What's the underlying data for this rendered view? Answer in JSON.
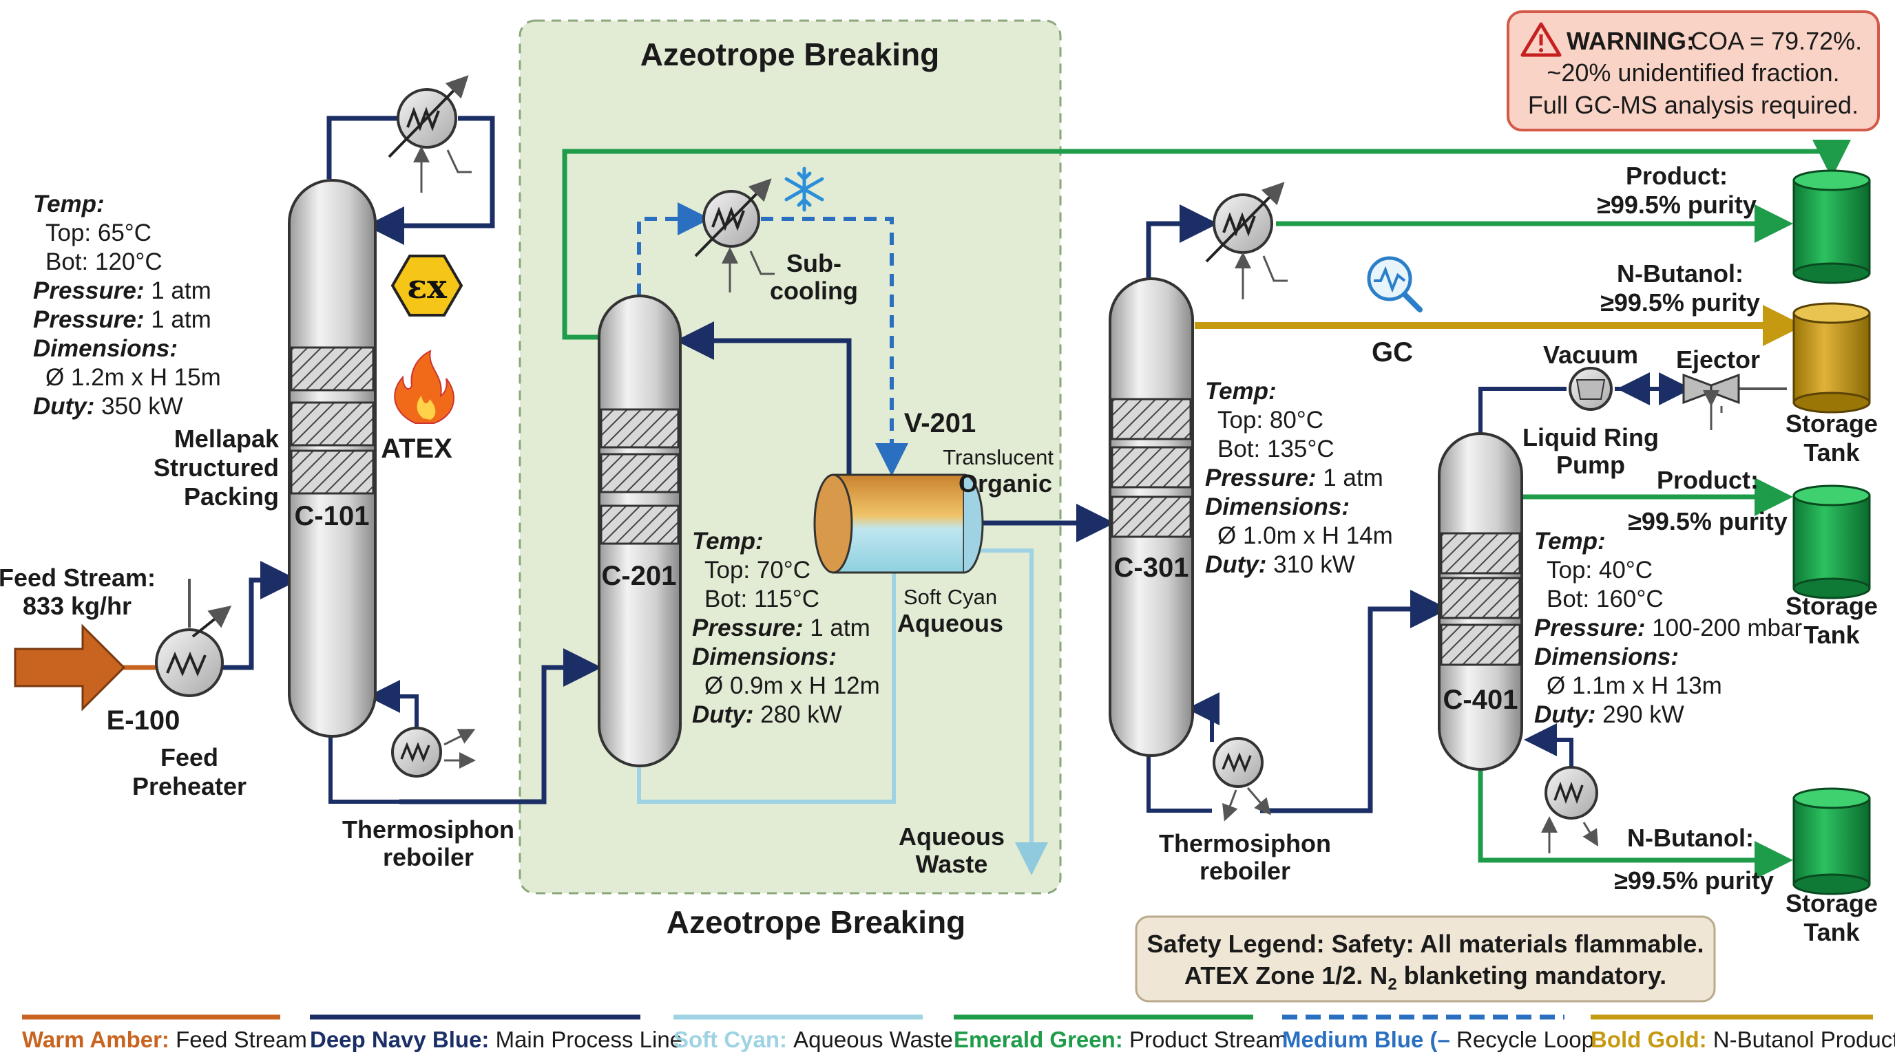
{
  "title_top": "Azeotrope Breaking",
  "title_bottom": "Azeotrope Breaking",
  "warning": {
    "label": "WARNING:",
    "line1": "COA = 79.72%.",
    "line2": "~20% unidentified fraction.",
    "line3": "Full GC-MS analysis required."
  },
  "feed": {
    "label_line1": "Feed Stream:",
    "label_line2": "833 kg/hr",
    "exchanger_tag": "E-100",
    "exchanger_line1": "Feed",
    "exchanger_line2": "Preheater"
  },
  "c101": {
    "tag": "C-101",
    "specs": [
      {
        "k": "Temp:",
        "v": ""
      },
      {
        "k": "",
        "v": "Top: 65°C"
      },
      {
        "k": "",
        "v": "Bot: 120°C"
      },
      {
        "k": "Pressure:",
        "v": "1 atm"
      },
      {
        "k": "Pressure:",
        "v": "1 atm"
      },
      {
        "k": "Dimensions:",
        "v": ""
      },
      {
        "k": "",
        "v": "Ø 1.2m x H 15m"
      },
      {
        "k": "Duty:",
        "v": "350 kW"
      }
    ],
    "packing_line1": "Mellapak",
    "packing_line2": "Structured",
    "packing_line3": "Packing",
    "ex_symbol": "εx",
    "atex": "ATEX",
    "reboiler_line1": "Thermosiphon",
    "reboiler_line2": "reboiler"
  },
  "c201": {
    "tag": "C-201",
    "specs": [
      {
        "k": "Temp:",
        "v": ""
      },
      {
        "k": "",
        "v": "Top: 70°C"
      },
      {
        "k": "",
        "v": "Bot: 115°C"
      },
      {
        "k": "Pressure:",
        "v": "1 atm"
      },
      {
        "k": "Dimensions:",
        "v": ""
      },
      {
        "k": "",
        "v": "Ø 0.9m x H 12m"
      },
      {
        "k": "Duty:",
        "v": "280 kW"
      }
    ],
    "subcool_line1": "Sub-",
    "subcool_line2": "cooling"
  },
  "v201": {
    "tag": "V-201",
    "organic_line1": "Translucent",
    "organic_line2": "Organic",
    "aqueous_line1": "Soft Cyan",
    "aqueous_line2": "Aqueous",
    "waste_line1": "Aqueous",
    "waste_line2": "Waste"
  },
  "c301": {
    "tag": "C-301",
    "specs": [
      {
        "k": "Temp:",
        "v": ""
      },
      {
        "k": "",
        "v": "Top: 80°C"
      },
      {
        "k": "",
        "v": "Bot: 135°C"
      },
      {
        "k": "Pressure:",
        "v": "1 atm"
      },
      {
        "k": "Dimensions:",
        "v": ""
      },
      {
        "k": "",
        "v": "Ø 1.0m x H 14m"
      },
      {
        "k": "Duty:",
        "v": "310 kW"
      }
    ],
    "gc": "GC",
    "reboiler_line1": "Thermosiphon",
    "reboiler_line2": "reboiler"
  },
  "c401": {
    "tag": "C-401",
    "specs": [
      {
        "k": "Temp:",
        "v": ""
      },
      {
        "k": "",
        "v": "Top: 40°C"
      },
      {
        "k": "",
        "v": "Bot: 160°C"
      },
      {
        "k": "Pressure:",
        "v": "100-200 mbar"
      },
      {
        "k": "Dimensions:",
        "v": ""
      },
      {
        "k": "",
        "v": "Ø 1.1m x H 13m"
      },
      {
        "k": "Duty:",
        "v": "290 kW"
      }
    ],
    "vacuum": "Vacuum",
    "ejector": "Ejector",
    "pump_line1": "Liquid Ring",
    "pump_line2": "Pump"
  },
  "outputs": {
    "product1_line1": "Product:",
    "product1_line2": "≥99.5% purity",
    "butanol1_line1": "N-Butanol:",
    "butanol1_line2": "≥99.5% purity",
    "product2_line1": "Product:",
    "product2_line2": "≥99.5% purity",
    "butanol2_line1": "N-Butanol:",
    "butanol2_line2": "≥99.5% purity",
    "tank_line1": "Storage",
    "tank_line2": "Tank"
  },
  "safety": {
    "line1": "Safety Legend: Safety: All materials flammable.",
    "line2_pre": "ATEX Zone 1/2. N",
    "line2_sub": "2",
    "line2_post": " blanketing mandatory."
  },
  "legend": [
    {
      "name": "Warm Amber:",
      "desc": "Feed Stream",
      "color": "#c8641f",
      "style": "solid"
    },
    {
      "name": "Deep Navy Blue:",
      "desc": "Main Process Line",
      "color": "#1b2f66",
      "style": "solid"
    },
    {
      "name": "Soft Cyan:",
      "desc": "Aqueous Waste",
      "color": "#9fd3e3",
      "style": "solid"
    },
    {
      "name": "Emerald Green:",
      "desc": "Product Stream",
      "color": "#1f9c4a",
      "style": "solid"
    },
    {
      "name": "Medium Blue (–",
      "desc": "Recycle Loop",
      "color": "#2a6fc0",
      "style": "dashed"
    },
    {
      "name": "Bold Gold:",
      "desc": "N-Butanol Product",
      "color": "#c69a10",
      "style": "solid"
    }
  ],
  "colors": {
    "amber": "#c8641f",
    "navy": "#1b2f66",
    "cyan": "#9fd3e3",
    "green": "#1f9c4a",
    "medblue": "#2a6fc0",
    "gold": "#c69a10"
  }
}
